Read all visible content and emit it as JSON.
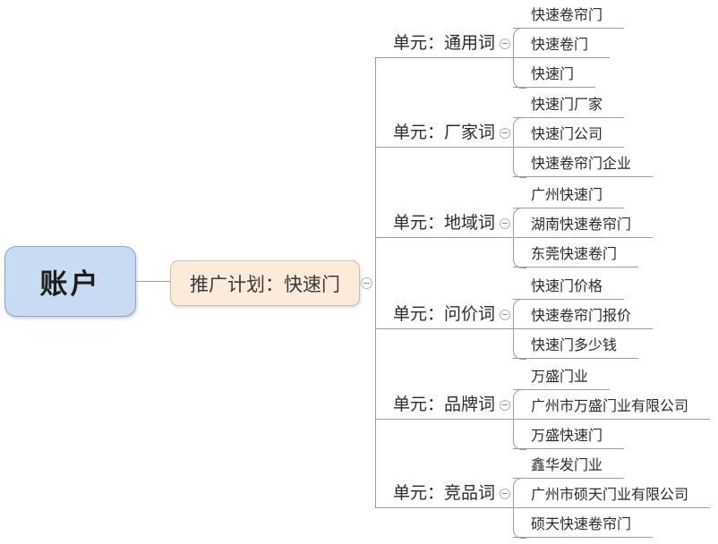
{
  "root": {
    "label": "账户"
  },
  "plan": {
    "label": "推广计划：快速门"
  },
  "units": [
    {
      "label": "单元：通用词",
      "children": [
        "快速卷帘门",
        "快速卷门",
        "快速门"
      ]
    },
    {
      "label": "单元：厂家词",
      "children": [
        "快速门厂家",
        "快速门公司",
        "快速卷帘门企业"
      ]
    },
    {
      "label": "单元：地域词",
      "children": [
        "广州快速门",
        "湖南快速卷帘门",
        "东莞快速卷门"
      ]
    },
    {
      "label": "单元：问价词",
      "children": [
        "快速门价格",
        "快速卷帘门报价",
        "快速门多少钱"
      ]
    },
    {
      "label": "单元：品牌词",
      "children": [
        "万盛门业",
        "广州市万盛门业有限公司",
        "万盛快速门"
      ]
    },
    {
      "label": "单元：竞品词",
      "children": [
        "鑫华发门业",
        "广州市硕天门业有限公司",
        "硕天快速卷帘门"
      ]
    }
  ],
  "icons": {
    "collapse": "minus-circle"
  },
  "colors": {
    "root_fill": "#c9daf3",
    "root_border": "#8ca5c8",
    "plan_fill": "#fcebdb",
    "plan_border": "#c6bdb0",
    "branch_line": "#9b9b9b",
    "text": "#2b2b2b",
    "background": "#ffffff"
  }
}
